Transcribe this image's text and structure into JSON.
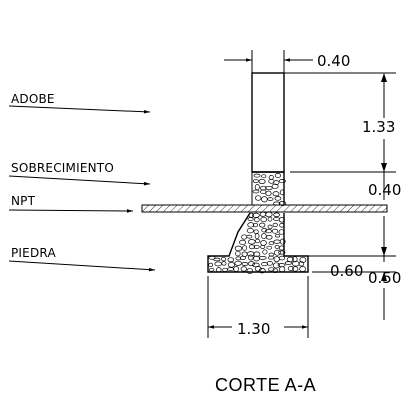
{
  "labels": {
    "adobe": "ADOBE",
    "sobrecimiento": "SOBRECIMIENTO",
    "npt": "NPT",
    "piedra": "PIEDRA"
  },
  "dimensions": {
    "wall_width": "0.40",
    "wall_height": "1.33",
    "sobrecimiento_height": "0.40",
    "footing_depth_left": "0.60",
    "footing_depth_right": "0.50",
    "footing_width": "1.30"
  },
  "caption": "CORTE A-A"
}
